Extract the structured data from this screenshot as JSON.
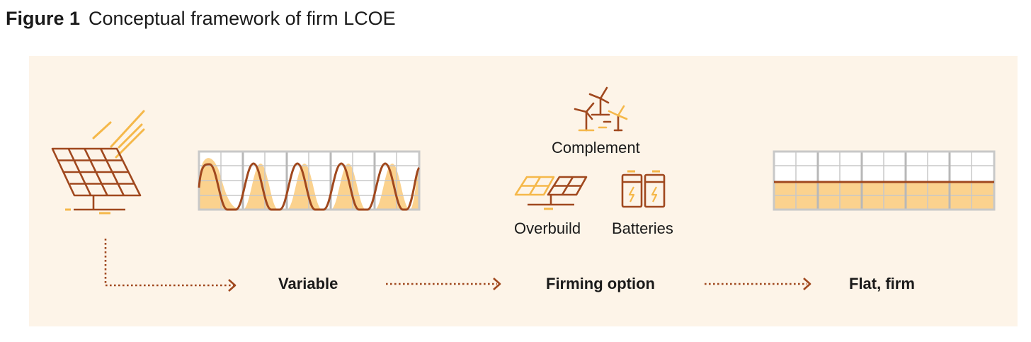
{
  "figure": {
    "number": "Figure 1",
    "title": "Conceptual framework of firm LCOE"
  },
  "stages": {
    "variable": "Variable",
    "firming": "Firming option",
    "flat": "Flat, firm"
  },
  "options": {
    "complement": "Complement",
    "overbuild": "Overbuild",
    "batteries": "Batteries"
  },
  "icons": {
    "source": "solar-panel-icon",
    "complement": "wind-turbines-icon",
    "overbuild": "solar-overbuild-icon",
    "batteries": "battery-icon",
    "variable_chart": "variable-output-chart",
    "flat_chart": "flat-output-chart"
  },
  "colors": {
    "background": "#fdf4e8",
    "primary": "#a0481e",
    "accent": "#f5b84a",
    "fill": "#fbd28e",
    "grid": "#c8c8c8"
  }
}
